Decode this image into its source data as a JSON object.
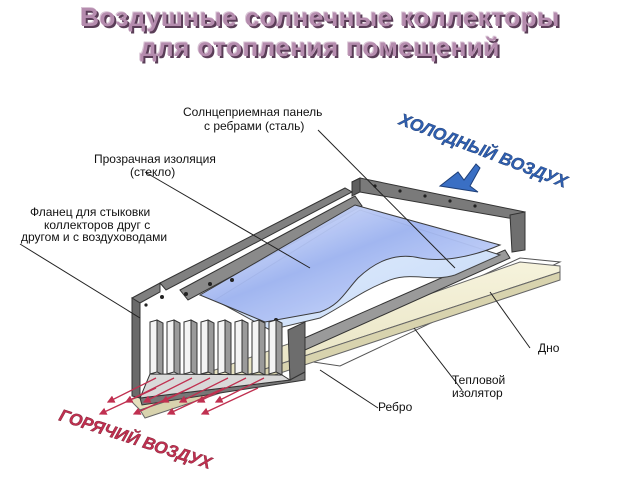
{
  "title": {
    "line1": "Воздушные солнечные коллекторы",
    "line2": "для отопления помещений"
  },
  "labels": {
    "solar_panel_1": "Солнцеприемная панель",
    "solar_panel_2": "с ребрами (сталь)",
    "glazing_1": "Прозрачная изоляция",
    "glazing_2": "(стекло)",
    "flange_1": "Фланец для стыковки",
    "flange_2": "коллекторов друг с",
    "flange_3": "другом и с воздуховодами",
    "bottom": "Дно",
    "insulator_1": "Тепловой",
    "insulator_2": "изолятор",
    "fin": "Ребро"
  },
  "air": {
    "cold": "ХОЛОДНЫЙ ВОЗДУХ",
    "hot": "ГОРЯЧИЙ ВОЗДУХ"
  },
  "colors": {
    "title": "#b58cae",
    "cold_air": "#2f5fb0",
    "hot_air": "#c03050",
    "frame": "#6e6e6e",
    "glass": "#a9bef0"
  }
}
